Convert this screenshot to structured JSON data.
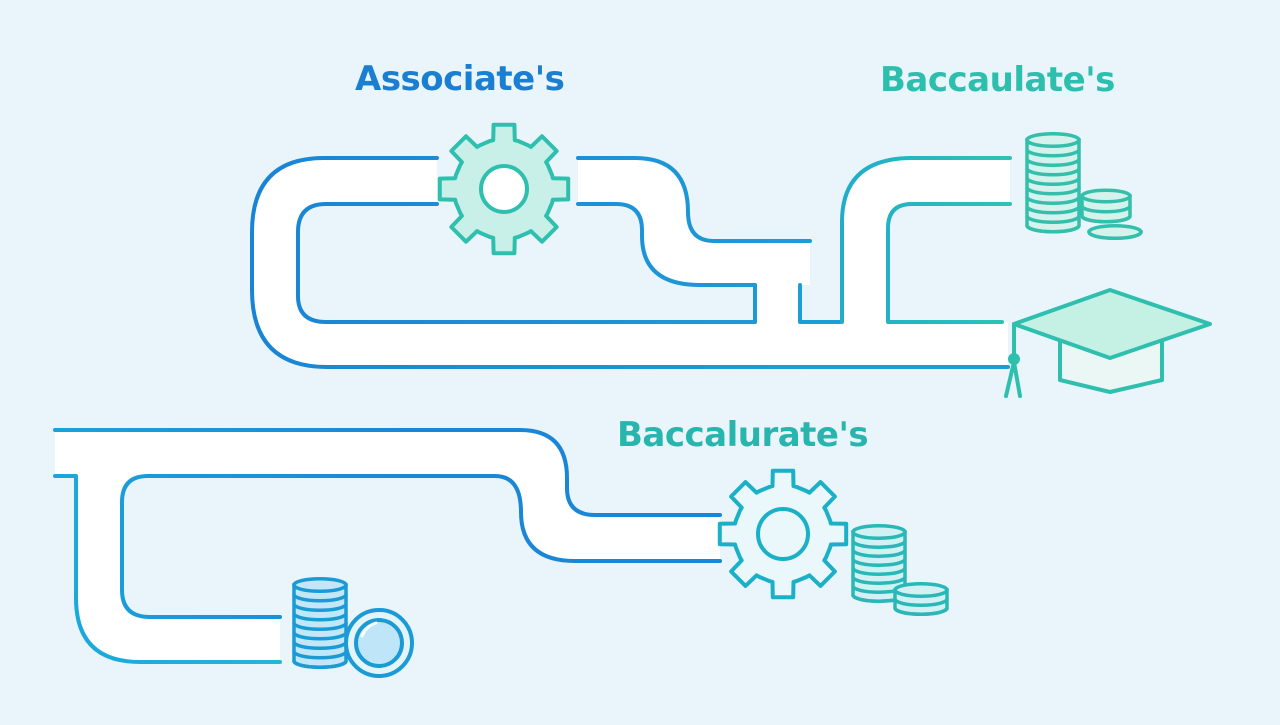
{
  "diagram": {
    "labels": {
      "associates": "Associate's",
      "baccaulate": "Baccaulate's",
      "baccalurate": "Baccalurate's"
    },
    "icons": {
      "top_gear": "gear-icon",
      "top_coins": "coin-stack-icon",
      "graduation_cap": "graduation-cap-icon",
      "bottom_gear": "gear-icon",
      "bottom_coins": "coin-stack-icon",
      "bottom_left_coins": "coin-stack-icon",
      "coin": "coin-icon"
    },
    "colors": {
      "background": "#eaf5fb",
      "path_fill": "#ffffff",
      "blue": "#1a86d6",
      "teal": "#2fbfae",
      "gear_fill": "#c9f0e8",
      "cap_fill": "#c5f0e4",
      "coin_fill": "#bfe6f8"
    }
  }
}
